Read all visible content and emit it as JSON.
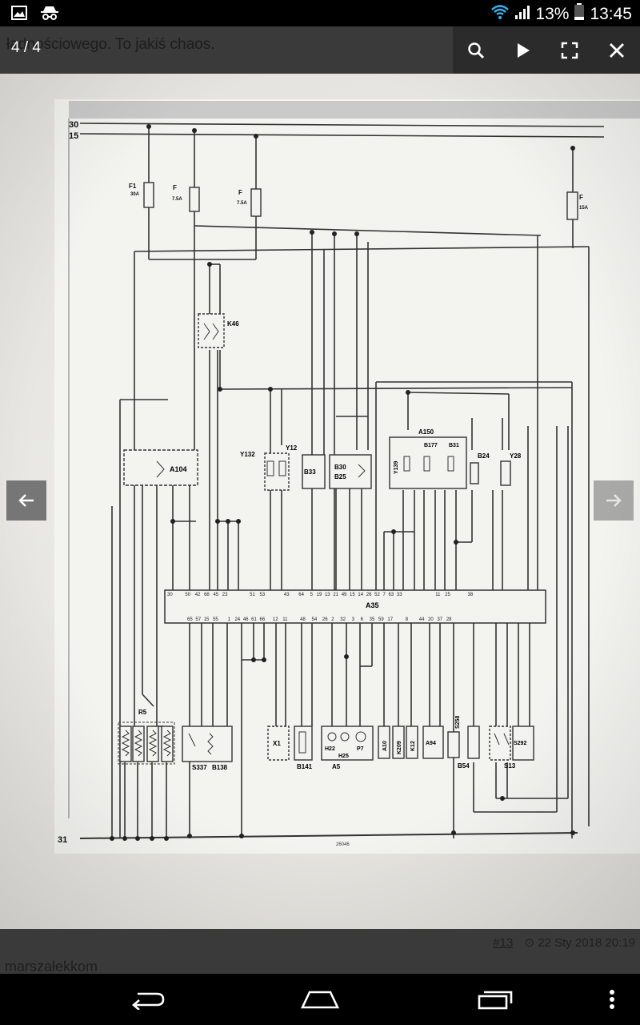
{
  "status_bar": {
    "battery_percent": "13%",
    "time": "13:45",
    "icons": [
      "gallery-notification-icon",
      "incognito-icon",
      "wifi-icon",
      "signal-icon",
      "battery-icon"
    ]
  },
  "viewer": {
    "counter": "4 / 4",
    "behind_text": "ładnościowego. To jakiś chaos.",
    "toolbar": [
      "search-icon",
      "play-icon",
      "fullscreen-icon",
      "close-icon"
    ],
    "prev_icon": "arrow-left-icon",
    "next_icon": "arrow-right-icon"
  },
  "diagram": {
    "rails": {
      "r30": "30",
      "r15": "15",
      "r31": "31"
    },
    "fuses": {
      "f1": {
        "name": "F1",
        "rating": "30A"
      },
      "f2": {
        "name": "F",
        "rating": "7.5A"
      },
      "f3": {
        "name": "F",
        "rating": "7.5A"
      },
      "f4": {
        "name": "F",
        "rating": "15A"
      }
    },
    "components": {
      "k46": "K46",
      "a104": "A104",
      "y132": "Y132",
      "y12": "Y12",
      "b33": "B33",
      "b30b25": [
        "B30",
        "B25"
      ],
      "a150": "A150",
      "b177": "B177",
      "b31": "B31",
      "y139": "Y139",
      "b24": "B24",
      "y28": "Y28",
      "a35": "A35",
      "r5": "R5",
      "s337": "S337",
      "b138": "B138",
      "x1": "X1",
      "b141": "B141",
      "h22": "H22",
      "h25": "H25",
      "p7": "P7",
      "a5": "A5",
      "a10": "A10",
      "k209": "K209",
      "k12": "K12",
      "a94": "A94",
      "s258": "S258",
      "b54": "B54",
      "s13": "S13",
      "s292": "S292"
    },
    "a35_top_pins": [
      "30",
      "50",
      "42",
      "68",
      "45",
      "23",
      "51",
      "53",
      "43",
      "64",
      "5",
      "19",
      "13",
      "21",
      "49",
      "15",
      "14",
      "26",
      "52",
      "7",
      "63",
      "33",
      "11",
      "25",
      "38"
    ],
    "a35_bottom_pins": [
      "65",
      "57",
      "15",
      "55",
      "1",
      "24",
      "46",
      "61",
      "66",
      "12",
      "11",
      "48",
      "54",
      "26",
      "2",
      "32",
      "3",
      "6",
      "35",
      "59",
      "17",
      "8",
      "44",
      "20",
      "37",
      "28"
    ],
    "doc_number": "26046"
  },
  "bottom": {
    "post_number": "#13",
    "post_date": "22 Sty 2018 20:19",
    "author": "marszałekkom"
  },
  "navigation": [
    "back-icon",
    "home-icon",
    "recents-icon",
    "menu-dots-icon"
  ]
}
